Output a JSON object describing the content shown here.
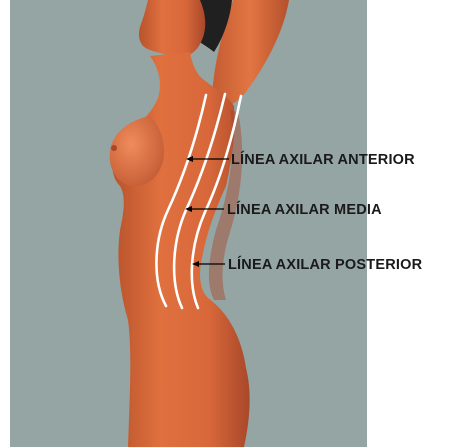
{
  "colors": {
    "background": "#94a5a3",
    "skin": "#d8683a",
    "skin_shadow": "#a8482a",
    "skin_highlight": "#ee8a5a",
    "hair": "#202020",
    "axillary_lines": "#ffffff",
    "leader_lines": "#000000",
    "label_text": "#1a1a1a"
  },
  "labels": {
    "anterior": "LÍNEA  AXILAR ANTERIOR",
    "media": "LÍNEA  AXILAR MEDIA",
    "posterior": "LÍNEA  AXILAR POSTERIOR"
  }
}
